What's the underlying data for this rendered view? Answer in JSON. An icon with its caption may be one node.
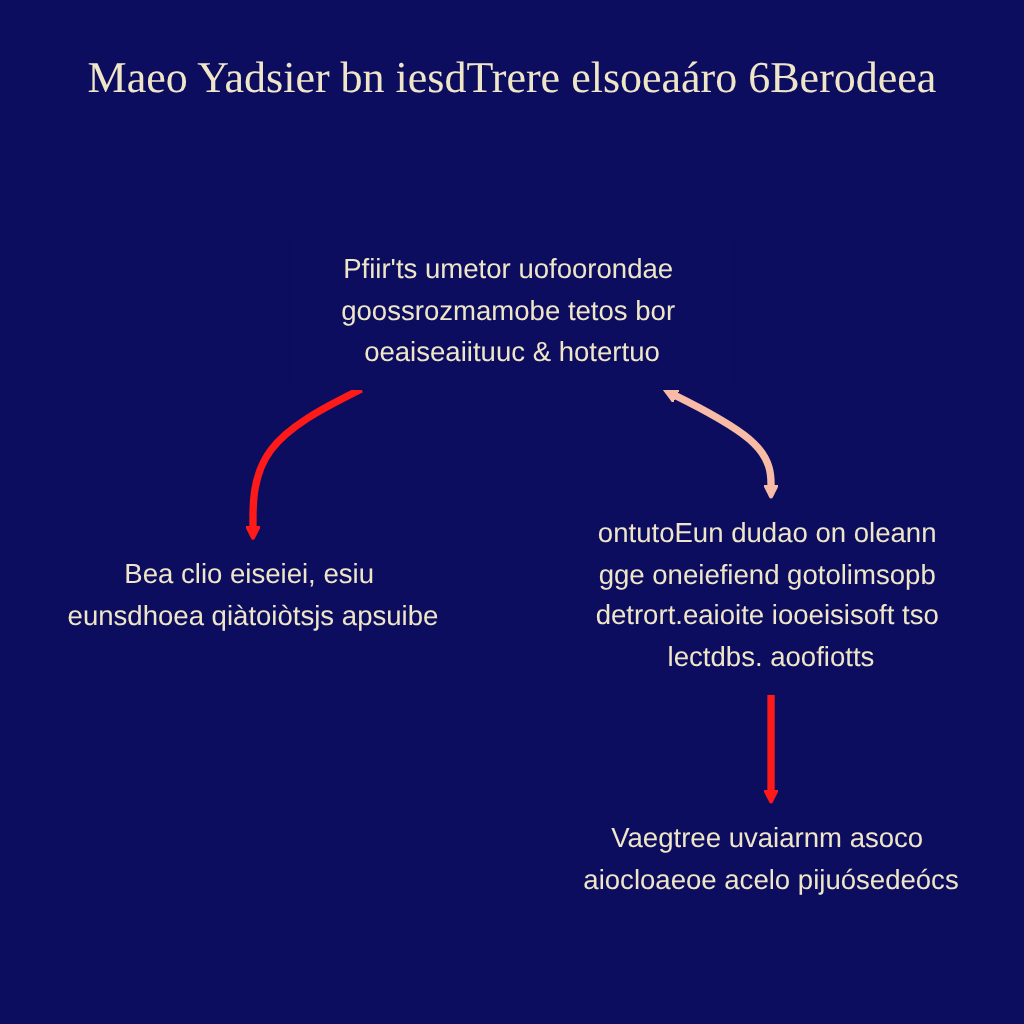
{
  "diagram": {
    "title": "Maeo Yadsier bn iesdTrere elsoeaáro 6Berodeea",
    "nodes": [
      {
        "text": [
          "Pfiir'ts umetor uofoorondae goossrozmamobe tetos bor oeaiseaiituuc & hotertuo"
        ]
      },
      {
        "text": [
          "ontutoEun dudao on oleann gge oneiefiend gotolimsopb detrort.eaioite iooeisisoft tso lectdbs. aoofiotts"
        ]
      },
      {
        "text": [
          "Bea clio eiseiei, esiu eunsdhoea qiàtoiòtsjs apsuibe"
        ]
      },
      {
        "text": [
          "Vaegtree uvaiarnm asoco aiocloaeoe acelo pijuósedeócs"
        ]
      }
    ],
    "edges": [
      {
        "from": 0,
        "to": 2,
        "arrow": "to"
      },
      {
        "from": 0,
        "to": 1,
        "arrow": "both",
        "color": "#f7bba6"
      },
      {
        "from": 1,
        "to": 3,
        "arrow": "to"
      }
    ]
  }
}
